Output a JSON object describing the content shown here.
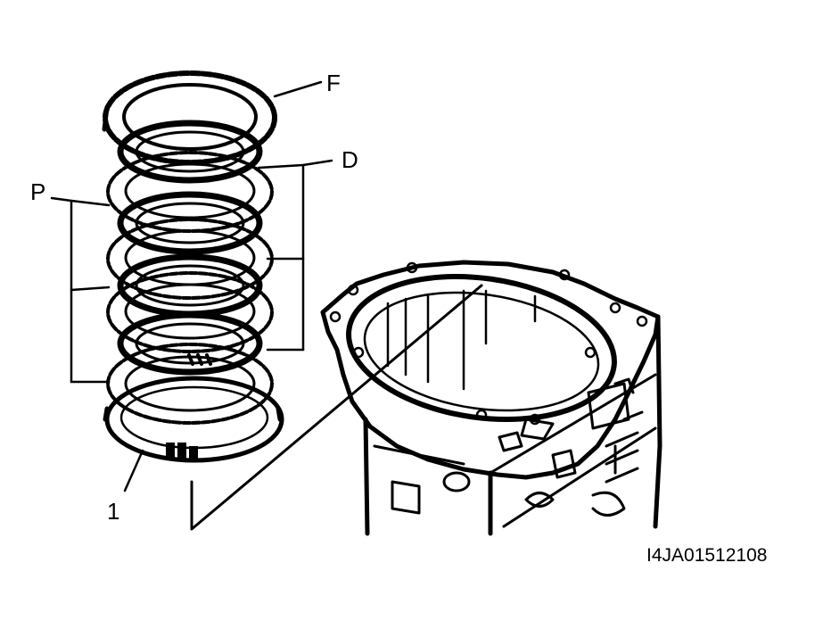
{
  "diagram": {
    "callouts": {
      "f": "F",
      "d": "D",
      "p": "P",
      "one": "1"
    },
    "figure_id": "I4JA01512108"
  },
  "colors": {
    "ink": "#000000",
    "background": "#ffffff"
  }
}
